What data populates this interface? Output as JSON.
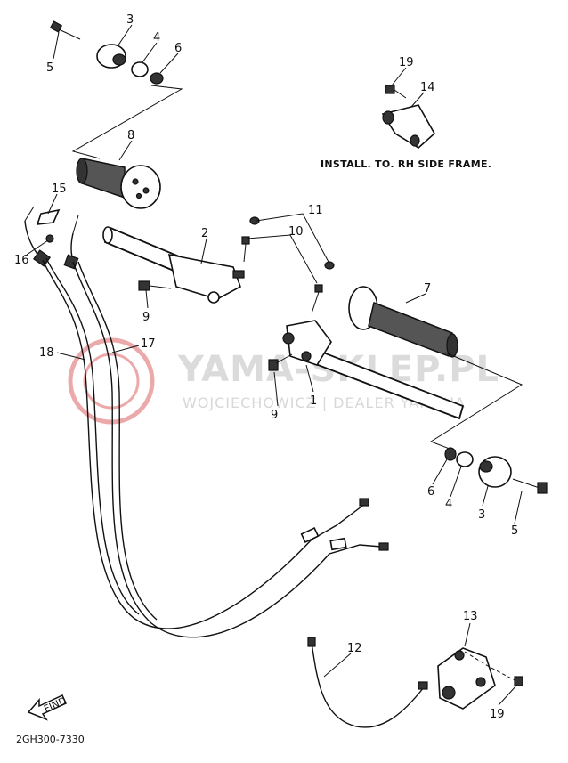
{
  "diagram": {
    "install_note": "INSTALL. TO. RH SIDE FRAME.",
    "drawing_code": "2GH300-7330",
    "find_arrow": "FIND",
    "watermark": {
      "main": "YAMA-SKLEP.PL",
      "sub": "WOJCIECHOWICZ | DEALER YAMAHA",
      "colors": {
        "logo": "#e24a4a",
        "text": "#d8d8d8"
      }
    },
    "callouts": {
      "c3a": "3",
      "c4a": "4",
      "c5a": "5",
      "c6a": "6",
      "c19a": "19",
      "c14": "14",
      "c8": "8",
      "c15": "15",
      "c16": "16",
      "c2": "2",
      "c11": "11",
      "c10": "10",
      "c9a": "9",
      "c7": "7",
      "c1": "1",
      "c9b": "9",
      "c18": "18",
      "c17": "17",
      "c6b": "6",
      "c4b": "4",
      "c3b": "3",
      "c5b": "5",
      "c13": "13",
      "c12": "12",
      "c19b": "19"
    }
  }
}
